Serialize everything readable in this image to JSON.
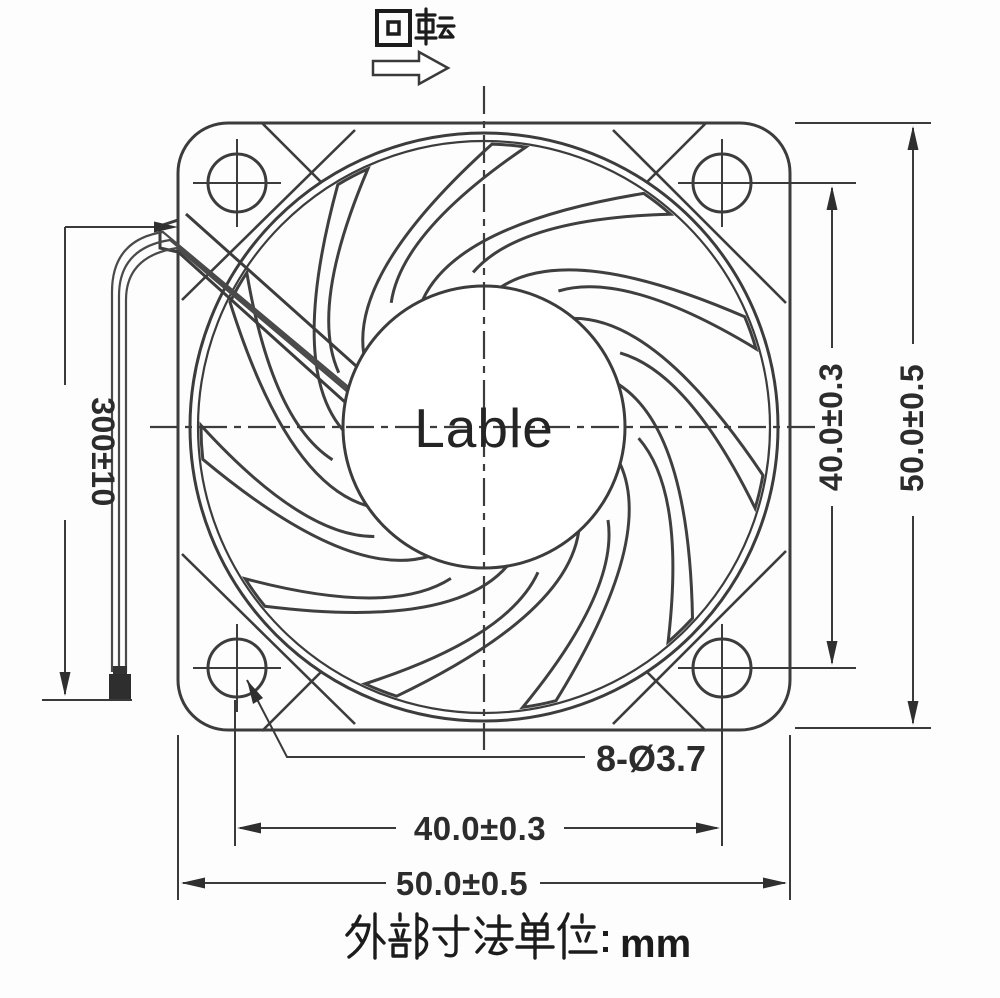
{
  "drawing": {
    "rotation_label": "回転",
    "hub_label": "Lable",
    "fan": {
      "blade_count": 11
    },
    "dimensions": {
      "wire_length": "300±10",
      "hole_pitch_vertical": "40.0±0.3",
      "frame_height": "50.0±0.5",
      "hole_pitch_horizontal": "40.0±0.3",
      "frame_width": "50.0±0.5",
      "mounting_holes": "8-Ø3.7"
    },
    "units_note": "外部寸法単位：",
    "units_value": "mm",
    "colors": {
      "line": "#3c3c3c",
      "background": "#ffffff"
    }
  }
}
